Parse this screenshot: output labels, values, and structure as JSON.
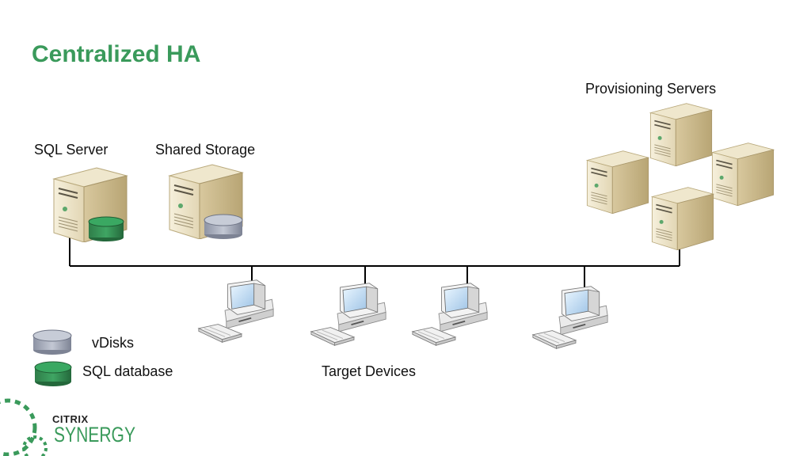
{
  "slide": {
    "title": "Centralized HA"
  },
  "labels": {
    "sql_server": "SQL Server",
    "shared_storage": "Shared Storage",
    "provisioning_servers": "Provisioning Servers",
    "target_devices": "Target Devices"
  },
  "legend": {
    "vdisks": "vDisks",
    "sql_database": "SQL database"
  },
  "logo": {
    "brand": "CITRIX",
    "product": "SYNERGY"
  },
  "colors": {
    "title_green": "#3a9a5b",
    "sql_db_green": "#2e8b4e",
    "vdisk_gray": "#a7adbd"
  }
}
